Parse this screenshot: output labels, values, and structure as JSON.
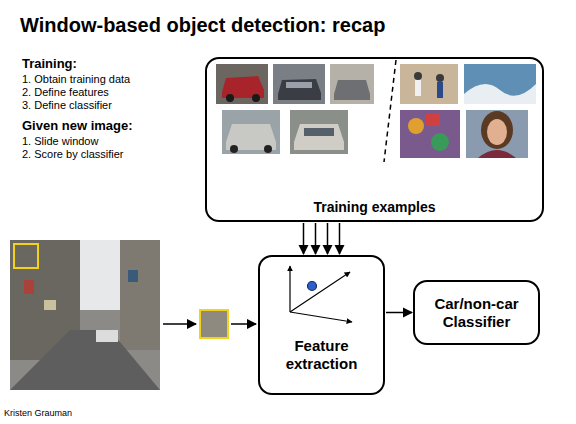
{
  "diagram": {
    "title": "Window-based object detection: recap",
    "nodes": [
      {
        "text": [
          "Training examples"
        ]
      },
      {
        "text": [
          "Feature extraction"
        ]
      },
      {
        "text": [
          "Car/non-car Classifier"
        ]
      }
    ],
    "edges": [
      {
        "from": 0,
        "to": 1,
        "arrow": "to"
      },
      {
        "from": 1,
        "to": 2,
        "arrow": "to"
      }
    ],
    "labels": [
      "Training:",
      "1. Obtain training data",
      "2. Define features",
      "3. Define classifier",
      "Given new image:",
      "1. Slide window",
      "2. Score by classifier",
      "Kristen Grauman"
    ]
  }
}
